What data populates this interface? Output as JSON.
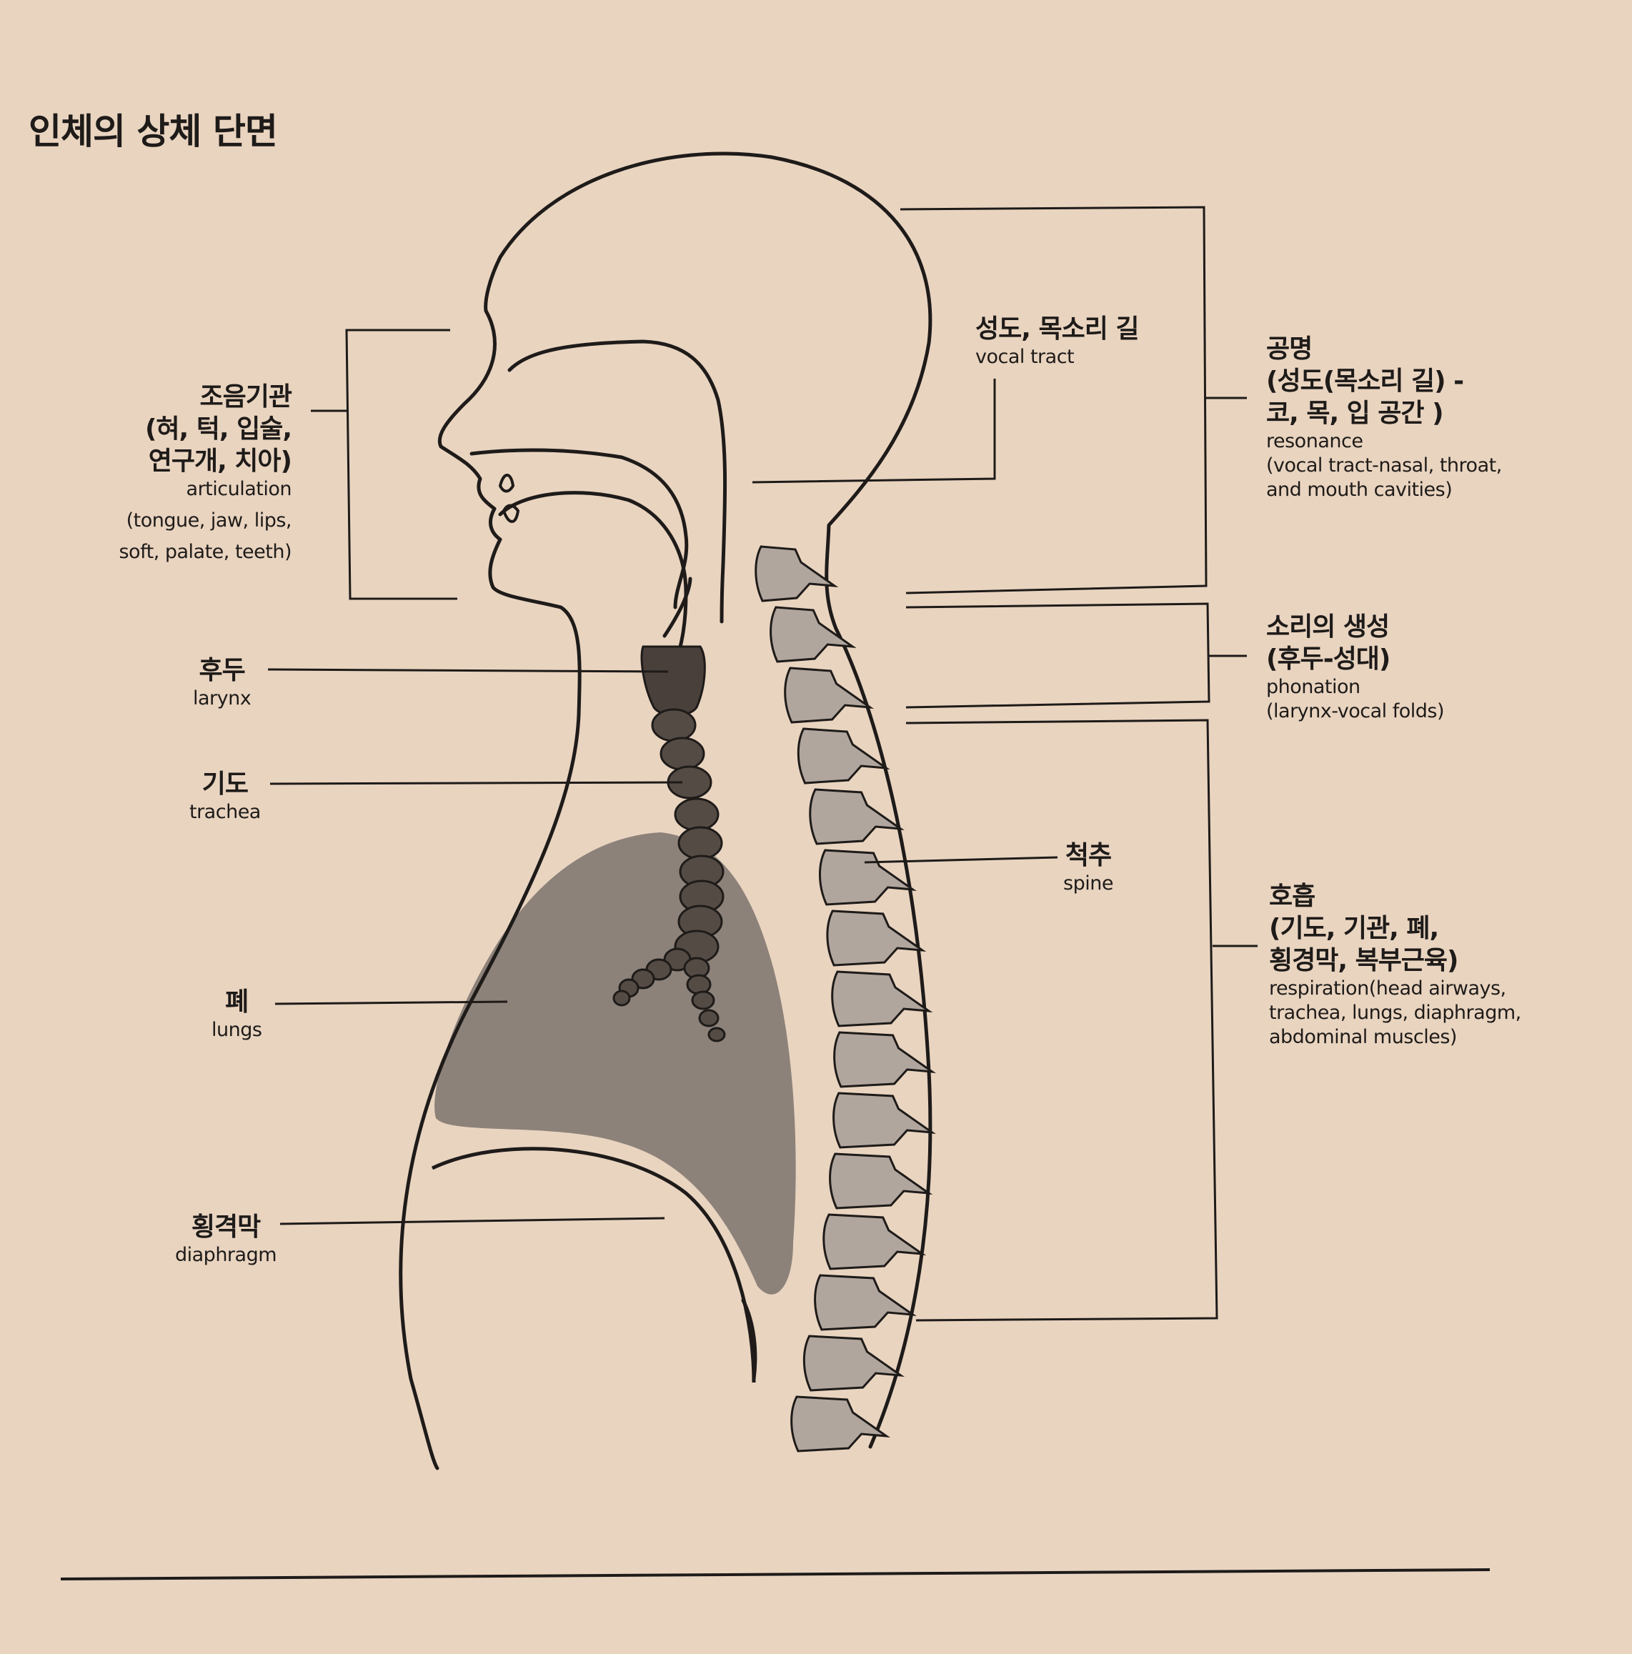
{
  "title": "인체의 상체 단면",
  "labels": {
    "articulation": {
      "ko": [
        "조음기관",
        "(혀, 턱, 입술,",
        "연구개, 치아)"
      ],
      "en": [
        "articulation",
        "(tongue, jaw, lips,",
        "soft, palate, teeth)"
      ]
    },
    "larynx": {
      "ko": "후두",
      "en": "larynx"
    },
    "trachea": {
      "ko": "기도",
      "en": "trachea"
    },
    "lungs": {
      "ko": "폐",
      "en": "lungs"
    },
    "diaphragm": {
      "ko": "횡격막",
      "en": "diaphragm"
    },
    "vocal_tract": {
      "ko": "성도, 목소리 길",
      "en": "vocal tract"
    },
    "spine": {
      "ko": "척추",
      "en": "spine"
    },
    "resonance": {
      "ko": [
        "공명",
        "(성도(목소리 길) -",
        "코, 목, 입 공간 )"
      ],
      "en": [
        "resonance",
        "(vocal tract-nasal, throat,",
        "and mouth cavities)"
      ]
    },
    "phonation": {
      "ko": [
        "소리의 생성",
        "(후두-성대)"
      ],
      "en": [
        "phonation",
        "(larynx-vocal folds)"
      ]
    },
    "respiration": {
      "ko": [
        "호흡",
        "(기도, 기관, 폐,",
        "횡경막, 복부근육)"
      ],
      "en": [
        "respiration(head airways,",
        "trachea, lungs, diaphragm,",
        "abdominal muscles)"
      ]
    }
  },
  "colors": {
    "background": "#e9d4c0",
    "line": "#1e1b19",
    "lung_fill": "#8d827a",
    "larynx_fill": "#4a403b",
    "trachea_fill": "#554b45",
    "spine_fill": "#b1a69e"
  }
}
